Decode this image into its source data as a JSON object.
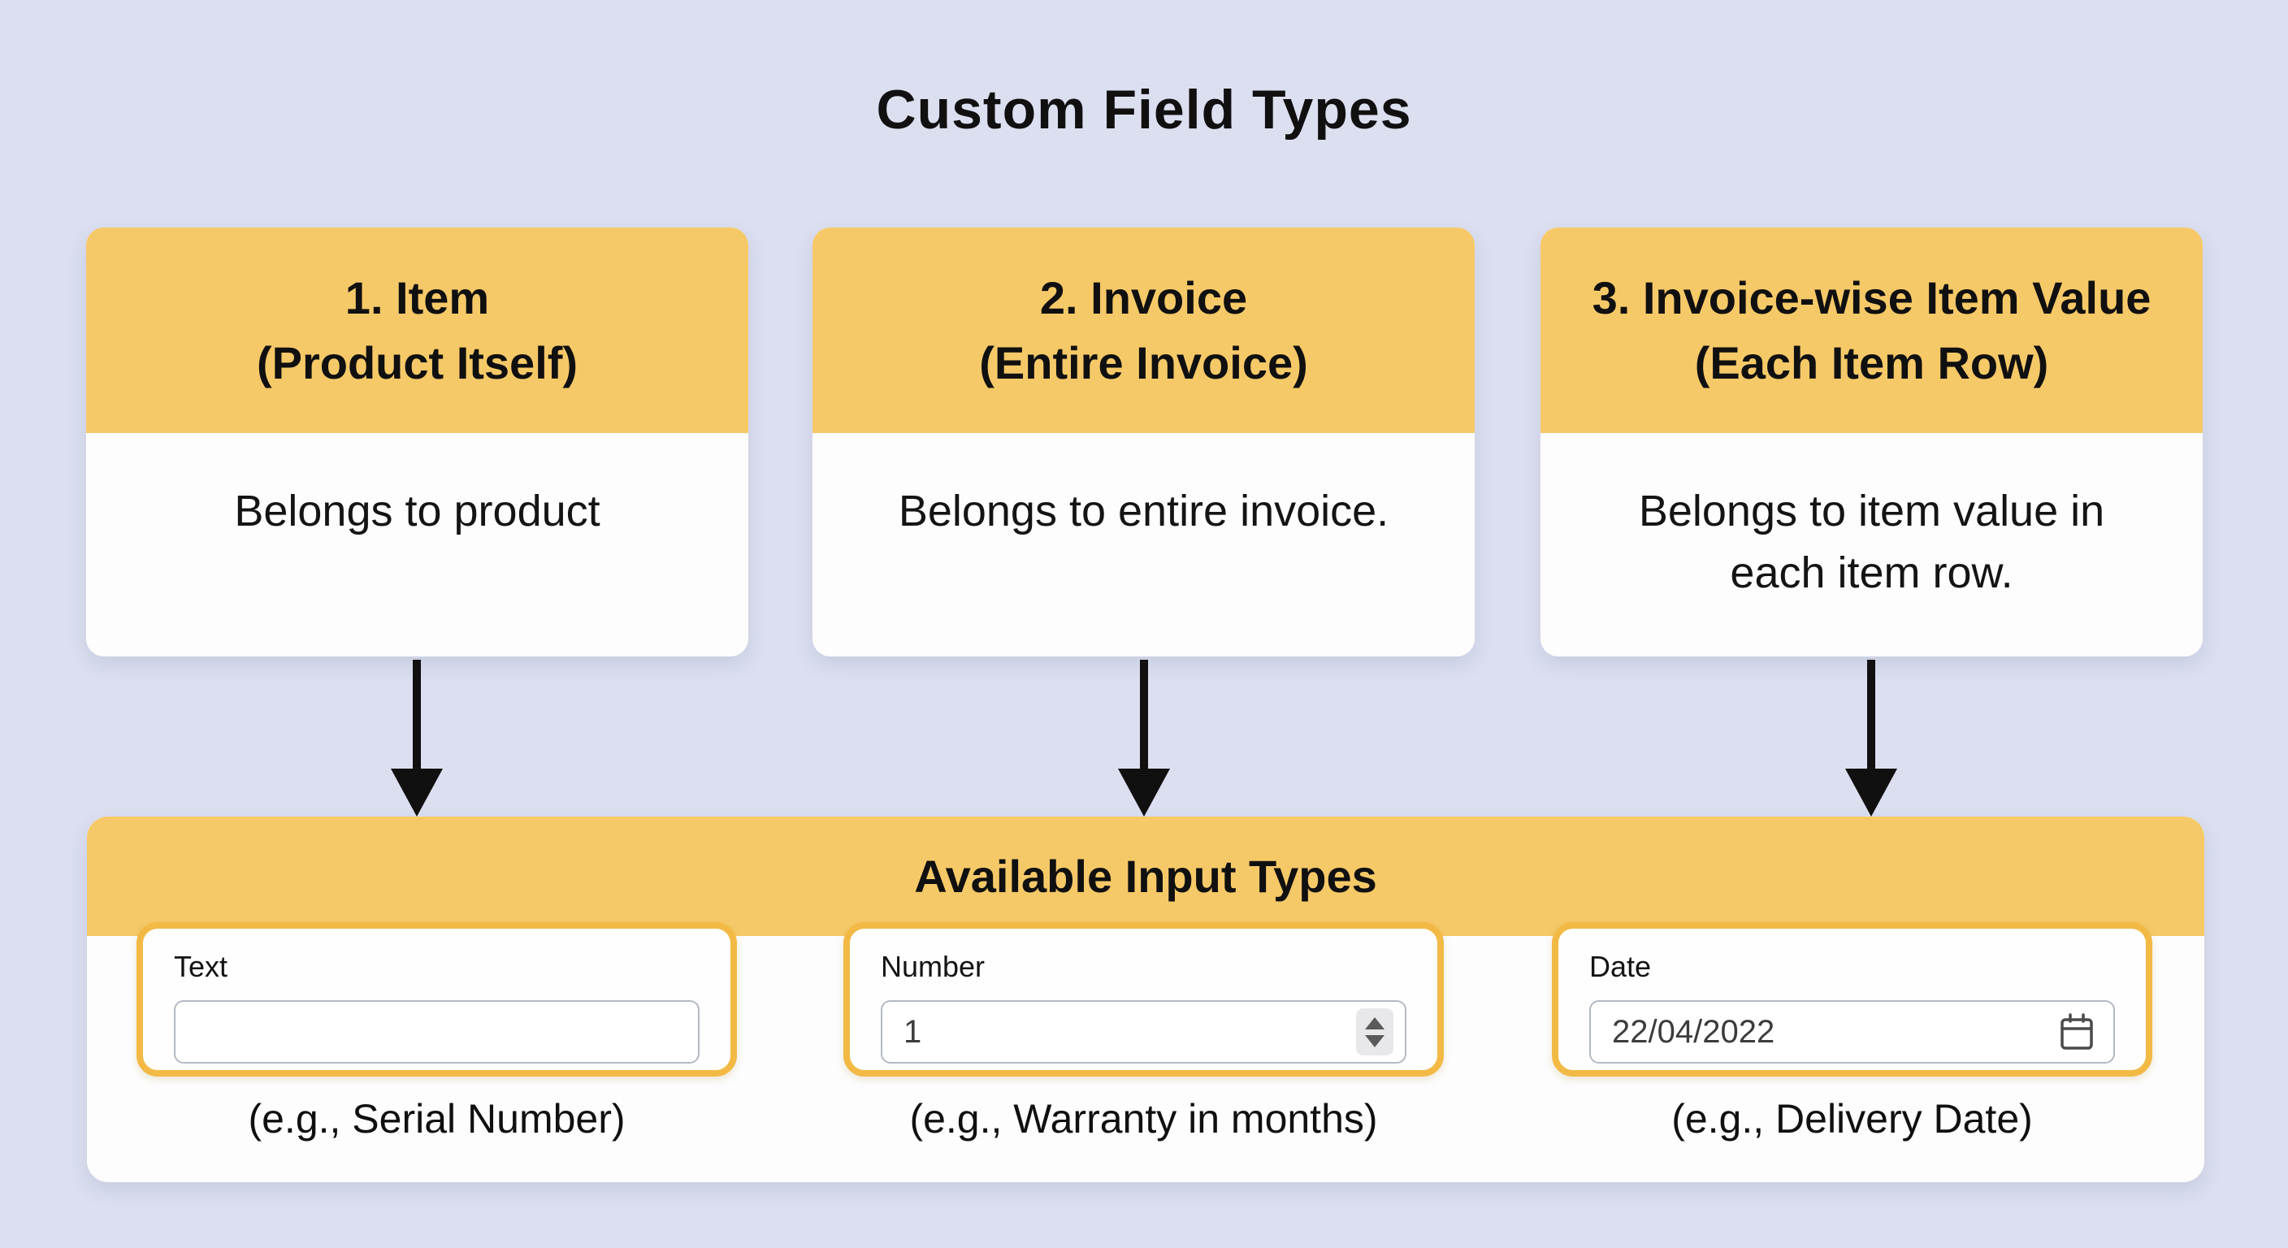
{
  "page": {
    "title": "Custom Field Types"
  },
  "colors": {
    "background": "#dbdff0",
    "accent_yellow": "#f6c968",
    "input_card_border": "#f2ba45",
    "card_white": "#fdfdfd",
    "field_border": "#b3b9c4",
    "text": "#101010"
  },
  "cards": [
    {
      "heading_line1": "1. Item",
      "heading_line2": "(Product Itself)",
      "description": "Belongs to product"
    },
    {
      "heading_line1": "2. Invoice",
      "heading_line2": "(Entire Invoice)",
      "description": "Belongs to entire invoice."
    },
    {
      "heading_line1": "3. Invoice-wise Item Value",
      "heading_line2": "(Each Item Row)",
      "description": "Belongs to item value in each item row."
    }
  ],
  "panel": {
    "title": "Available Input Types",
    "inputs": [
      {
        "label": "Text",
        "value": "",
        "caption": "(e.g., Serial Number)"
      },
      {
        "label": "Number",
        "value": "1",
        "caption": "(e.g., Warranty in months)"
      },
      {
        "label": "Date",
        "value": "22/04/2022",
        "caption": "(e.g., Delivery Date)"
      }
    ]
  }
}
